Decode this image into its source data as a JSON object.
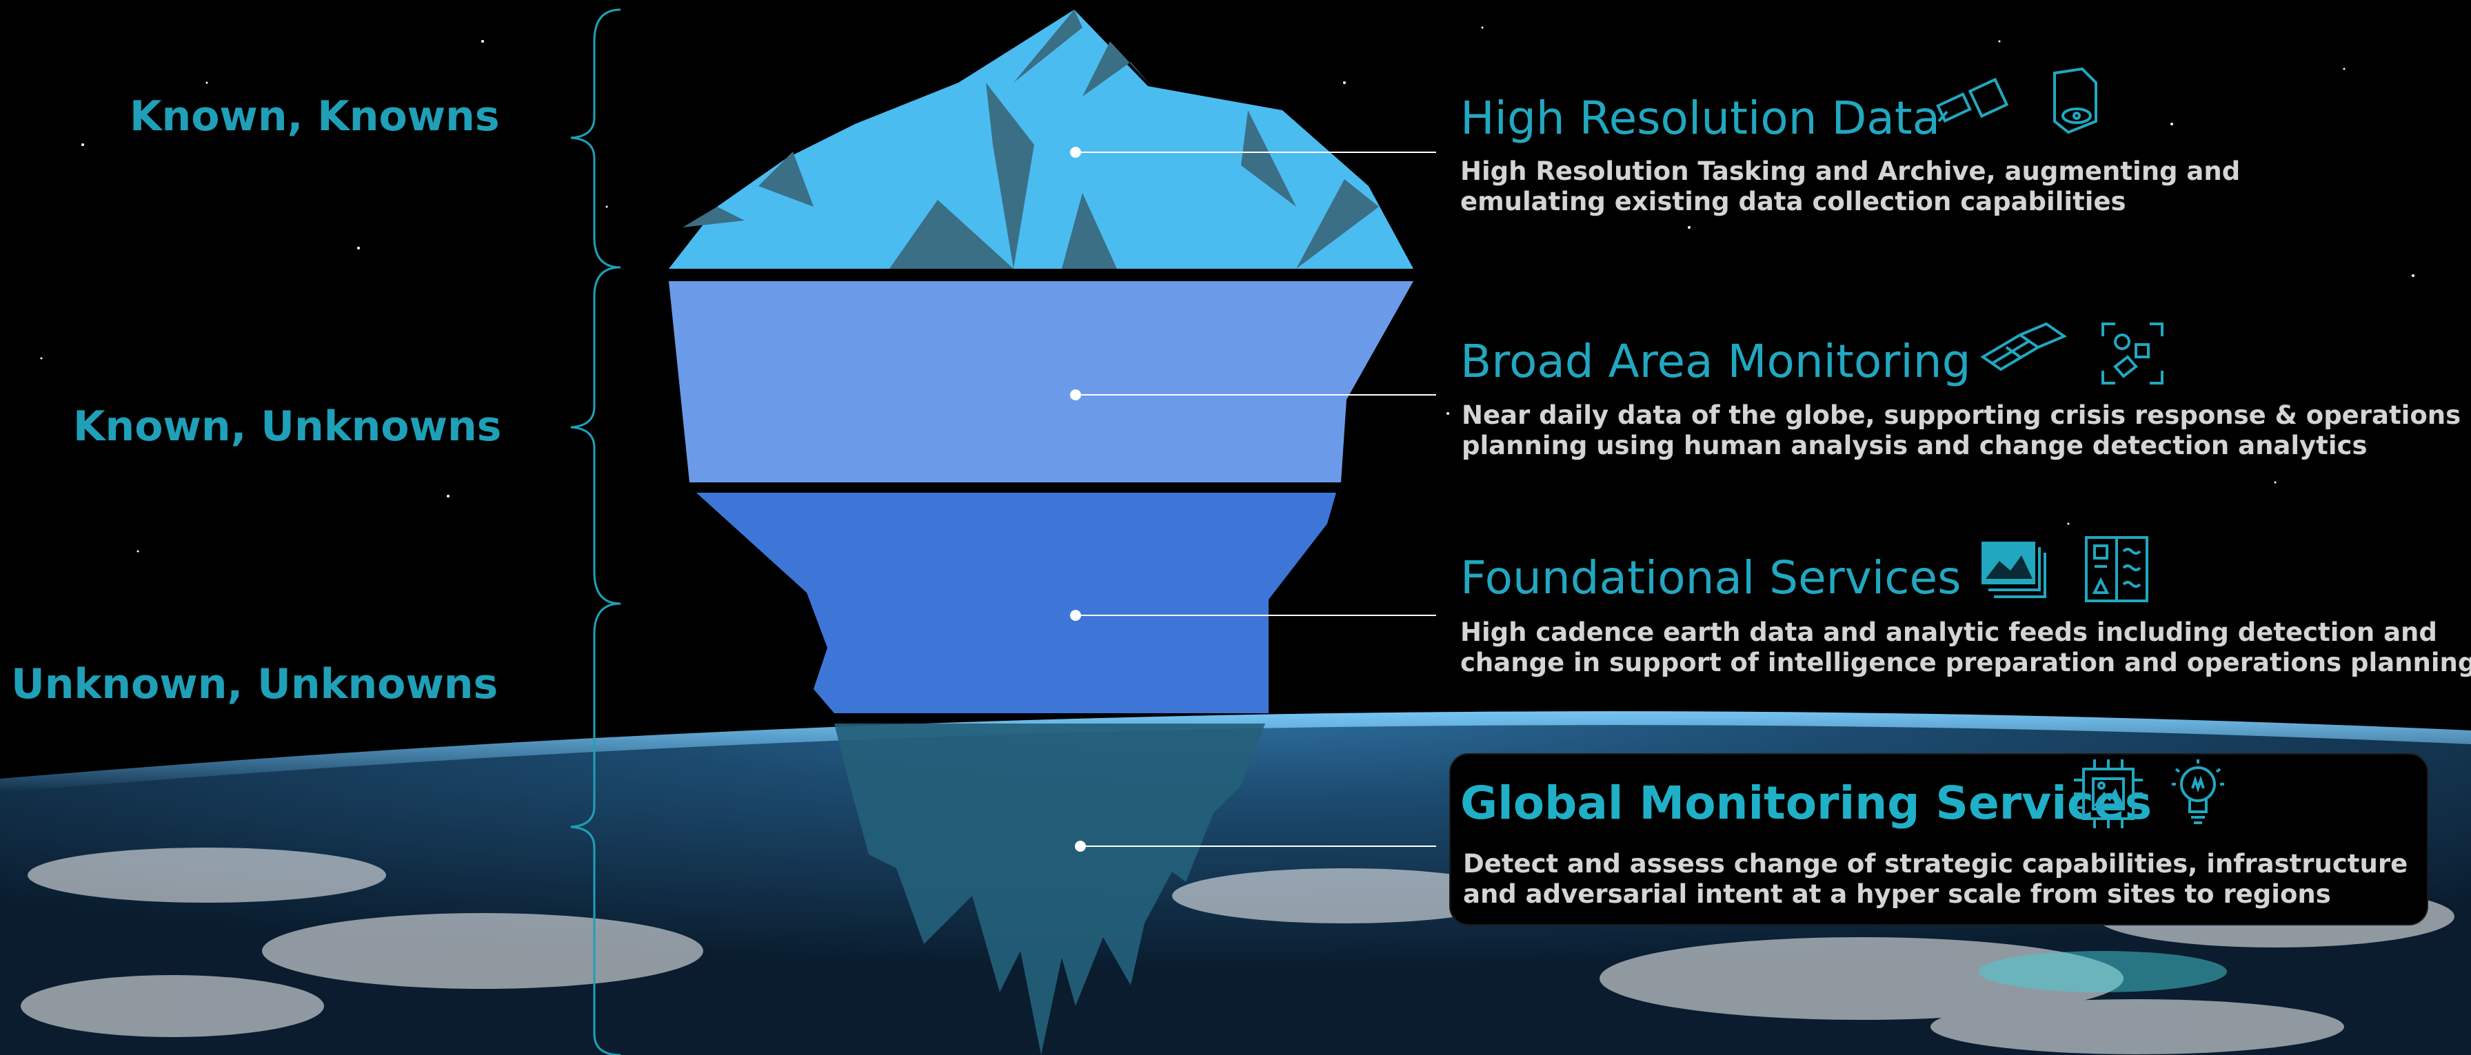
{
  "levels": {
    "known_knowns": "Known, Knowns",
    "known_unknowns": "Known, Unknowns",
    "unknown_unknowns": "Unknown, Unknowns"
  },
  "items": [
    {
      "title": "High Resolution Data",
      "desc_line1": "High Resolution Tasking and Archive, augmenting and",
      "desc_line2": "emulating existing data collection capabilities",
      "icons": [
        "satellite-icon",
        "camera-sensor-icon"
      ]
    },
    {
      "title": "Broad Area Monitoring",
      "desc_line1": "Near daily data of the globe, supporting crisis response & operations",
      "desc_line2": "planning using human analysis and change detection analytics",
      "icons": [
        "satellite-icon",
        "object-detection-icon"
      ]
    },
    {
      "title": "Foundational Services",
      "desc_line1": "High cadence earth data and analytic feeds including detection and",
      "desc_line2": "change in support of intelligence preparation and operations planning",
      "icons": [
        "image-stack-icon",
        "dashboard-panel-icon"
      ]
    },
    {
      "title": "Global Monitoring Services",
      "desc_line1": "Detect and assess change of strategic capabilities, infrastructure",
      "desc_line2": "and adversarial intent at a hyper scale from sites to regions",
      "icons": [
        "ai-chip-image-icon",
        "lightbulb-icon"
      ]
    }
  ],
  "colors": {
    "accent": "#22a7c0",
    "tier1": "#4bbcf0",
    "tier2": "#6b9be8",
    "tier3": "#3e76d8",
    "tier4": "#245f7a"
  }
}
